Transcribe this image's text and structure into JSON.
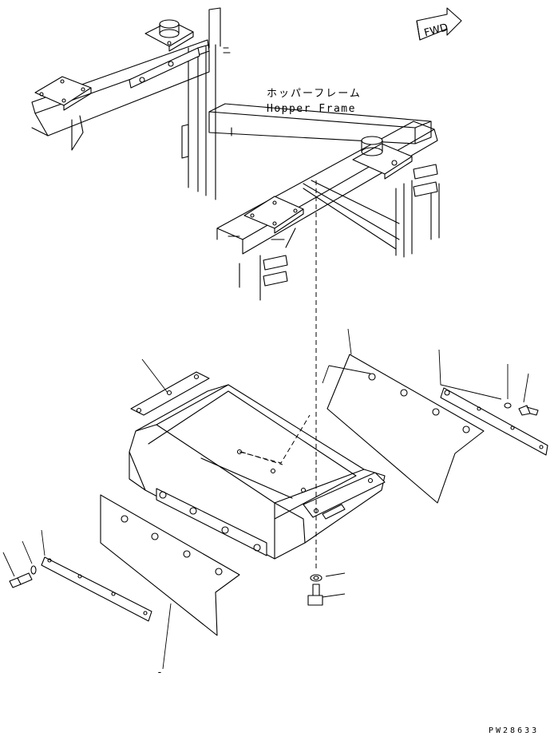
{
  "hopper_frame_label": {
    "japanese": "ホッパーフレーム",
    "english": "Hopper Frame"
  },
  "direction_indicator": "FWD",
  "drawing_code": "PW28633",
  "reference_mark": "-"
}
